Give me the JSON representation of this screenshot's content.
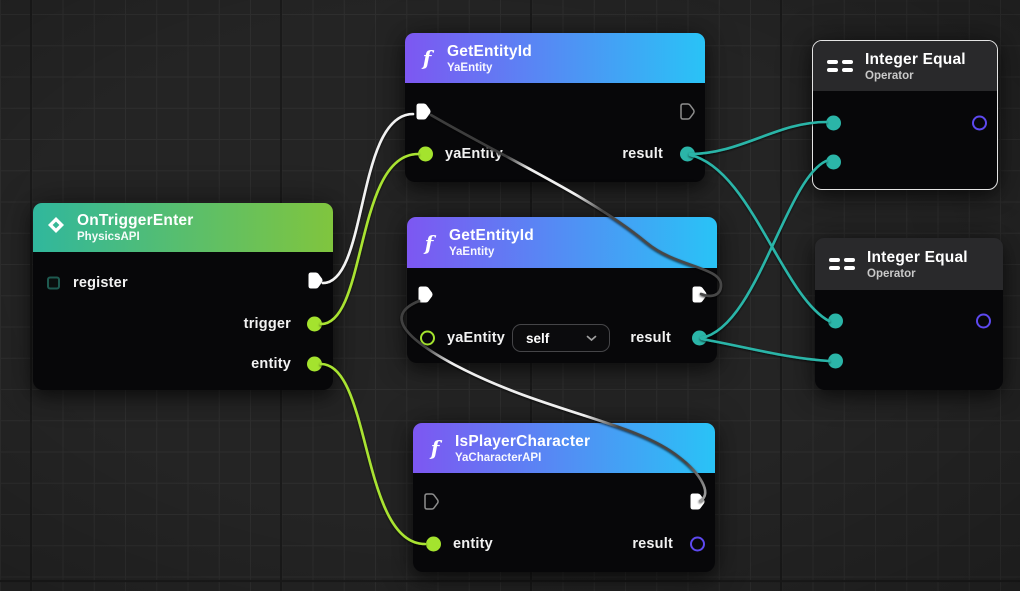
{
  "app": {
    "name": "visual-script-node-editor"
  },
  "icons": {
    "function_glyph": "f"
  },
  "colors": {
    "canvas_bg": "#242424",
    "node_bg": "#070709",
    "event_header_gradient": [
      "#30B79D",
      "#80C53E"
    ],
    "function_header_gradient": [
      "#7D57F2",
      "#29C3F6"
    ],
    "operator_header": "#29292B",
    "exec_wire": "#F2F2F2",
    "inactive_wire": "#474747",
    "lime": "#A4E32E",
    "teal": "#2BB5A8",
    "purple": "#5D49F0",
    "selected_border": "#E4E4E4"
  },
  "nodes": [
    {
      "id": "on-trigger-enter",
      "title": "OnTriggerEnter",
      "subtitle": "PhysicsAPI",
      "ports": [
        {
          "label": "register"
        },
        {
          "label": "trigger"
        },
        {
          "label": "entity"
        }
      ]
    },
    {
      "id": "get-entity-id-1",
      "title": "GetEntityId",
      "subtitle": "YaEntity",
      "ports": [
        {
          "label": "yaEntity"
        },
        {
          "label": "result"
        }
      ]
    },
    {
      "id": "get-entity-id-2",
      "title": "GetEntityId",
      "subtitle": "YaEntity",
      "ports": [
        {
          "label": "yaEntity"
        },
        {
          "label": "result"
        }
      ],
      "widget": {
        "value": "self"
      }
    },
    {
      "id": "is-player-character",
      "title": "IsPlayerCharacter",
      "subtitle": "YaCharacterAPI",
      "ports": [
        {
          "label": "entity"
        },
        {
          "label": "result"
        }
      ]
    },
    {
      "id": "integer-equal-1",
      "title": "Integer Equal",
      "subtitle": "Operator",
      "selected": true
    },
    {
      "id": "integer-equal-2",
      "title": "Integer Equal",
      "subtitle": "Operator"
    }
  ],
  "connections": [
    {
      "from": "OnTriggerEnter.exec-out",
      "to": "GetEntityId-1.exec-in",
      "type": "exec"
    },
    {
      "from": "OnTriggerEnter.trigger",
      "to": "GetEntityId-1.yaEntity",
      "type": "data-lime"
    },
    {
      "from": "OnTriggerEnter.entity",
      "to": "IsPlayerCharacter.entity",
      "type": "data-lime"
    },
    {
      "from": "GetEntityId-2.exec-out",
      "to": "GetEntityId-1.exec-in",
      "type": "exec-inactive"
    },
    {
      "from": "IsPlayerCharacter.exec-out",
      "to": "GetEntityId-2.exec-in",
      "type": "exec"
    },
    {
      "from": "GetEntityId-1.result",
      "to": "IntegerEqual-1.input-1",
      "type": "data-teal"
    },
    {
      "from": "GetEntityId-1.result",
      "to": "IntegerEqual-2.input-1",
      "type": "data-teal"
    },
    {
      "from": "GetEntityId-2.result",
      "to": "IntegerEqual-1.input-2",
      "type": "data-teal"
    },
    {
      "from": "GetEntityId-2.result",
      "to": "IntegerEqual-2.input-2",
      "type": "data-teal"
    }
  ]
}
